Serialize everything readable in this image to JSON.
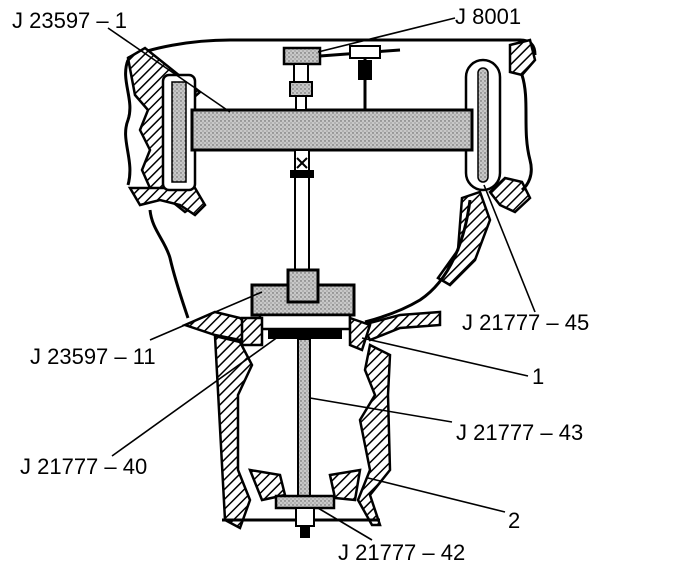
{
  "labels": {
    "j23597_1": "J 23597 – 1",
    "j8001": "J 8001",
    "j21777_45": "J 21777 – 45",
    "j23597_11": "J 23597 – 11",
    "one": "1",
    "j21777_43": "J 21777 – 43",
    "j21777_40": "J 21777 – 40",
    "two": "2",
    "j21777_42": "J 21777 – 42"
  },
  "colors": {
    "ink": "#000000",
    "paper": "#ffffff",
    "stipple": "#c8c8c8"
  }
}
